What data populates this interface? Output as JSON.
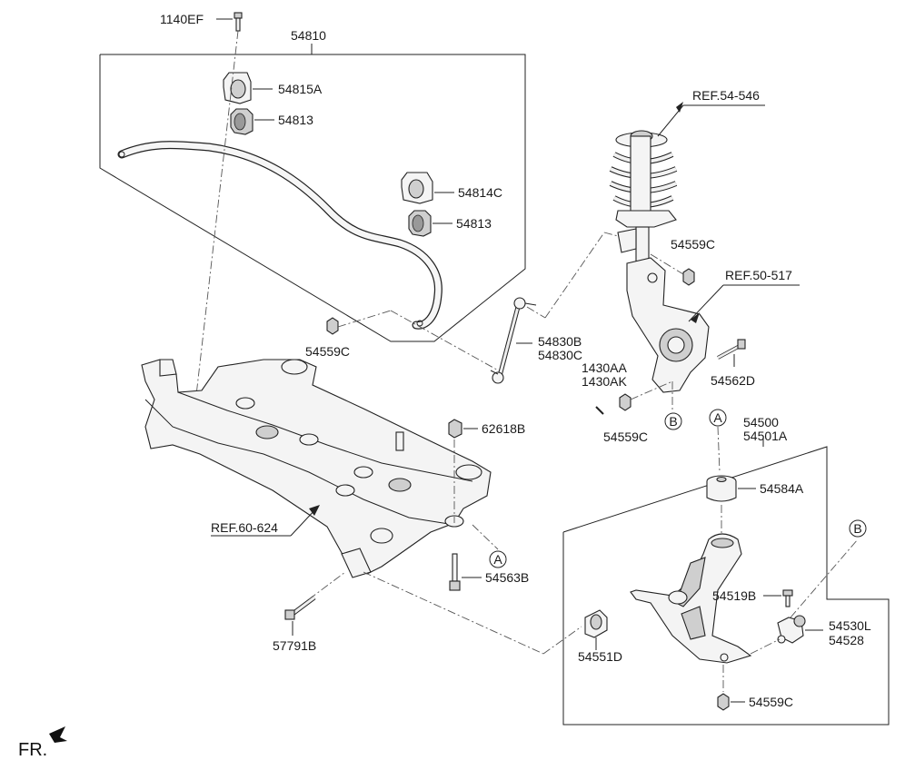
{
  "labels": {
    "p1140ef": "1140EF",
    "p54810": "54810",
    "p54815a": "54815A",
    "p54813a": "54813",
    "p54814c": "54814C",
    "p54813b": "54813",
    "p54559c_a": "54559C",
    "p54830b": "54830B",
    "p54830c": "54830C",
    "ref54546": "REF.54-546",
    "p54559c_b": "54559C",
    "ref50517": "REF.50-517",
    "p1430aa": "1430AA",
    "p1430ak": "1430AK",
    "p54562d": "54562D",
    "p54559c_c": "54559C",
    "circle_b1": "B",
    "circle_a1": "A",
    "p54500": "54500",
    "p54501a": "54501A",
    "p62618b": "62618B",
    "p54584a": "54584A",
    "ref60624": "REF.60-624",
    "circle_a2": "A",
    "circle_b2": "B",
    "p54563b": "54563B",
    "p54519b": "54519B",
    "p54530l": "54530L",
    "p54528": "54528",
    "p57791b": "57791B",
    "p54551d": "54551D",
    "p54559c_d": "54559C",
    "fr": "FR."
  }
}
